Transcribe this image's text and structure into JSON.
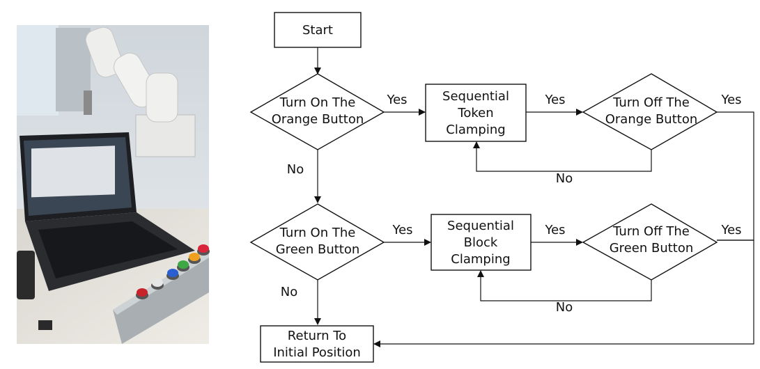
{
  "photo": {
    "description_icons": [
      "robot-arm",
      "laptop",
      "button-box"
    ],
    "button_colors": [
      "#c8222a",
      "#e6e6e6",
      "#2a5fd1",
      "#3ea845",
      "#f0a020",
      "#d8253a"
    ]
  },
  "flowchart": {
    "start": "Start",
    "orange_check_1": "Turn On The",
    "orange_check_2": "Orange Button",
    "token_1": "Sequential",
    "token_2": "Token",
    "token_3": "Clamping",
    "orange_off_1": "Turn Off The",
    "orange_off_2": "Orange Button",
    "green_check_1": "Turn On The",
    "green_check_2": "Green Button",
    "block_1": "Sequential",
    "block_2": "Block",
    "block_3": "Clamping",
    "green_off_1": "Turn Off The",
    "green_off_2": "Green Button",
    "return_1": "Return To",
    "return_2": "Initial Position",
    "yes": "Yes",
    "no": "No"
  }
}
